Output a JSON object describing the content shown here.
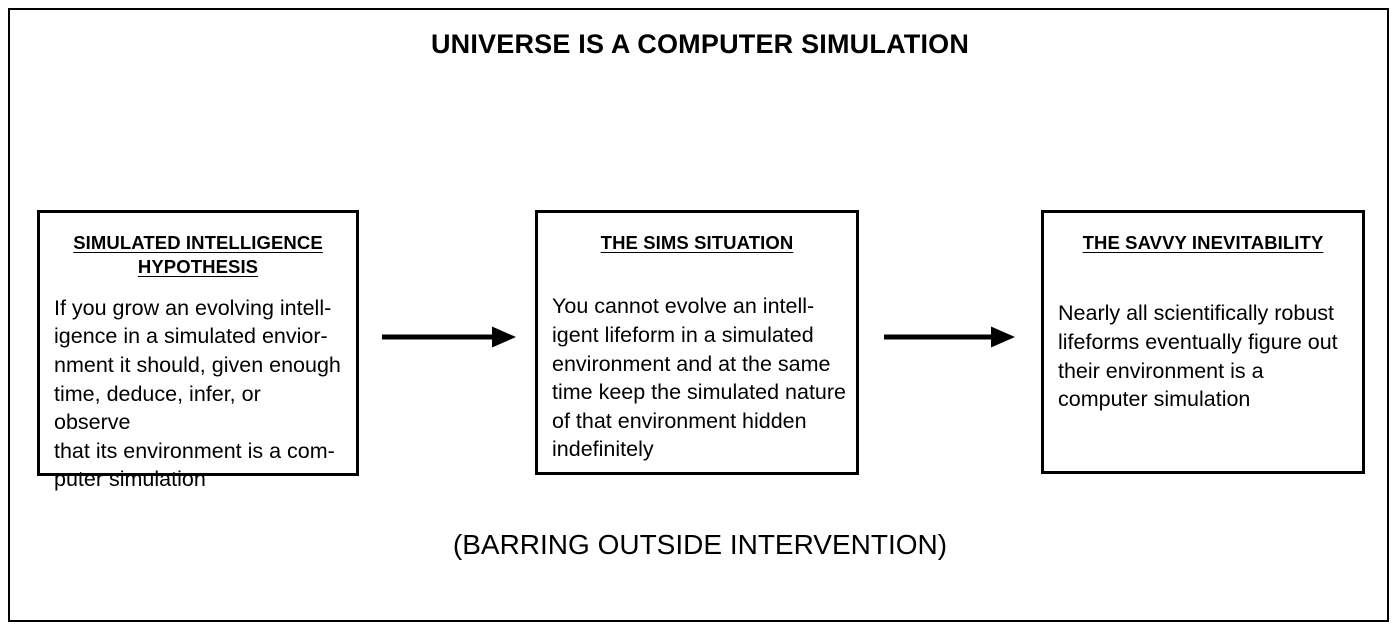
{
  "title": "UNIVERSE IS A COMPUTER SIMULATION",
  "footer": "(BARRING OUTSIDE INTERVENTION)",
  "colors": {
    "ink": "#000000",
    "background": "#ffffff"
  },
  "nodes": [
    {
      "id": "simulated-intelligence-hypothesis",
      "heading": "SIMULATED INTELLIGENCE HYPOTHESIS",
      "body": "If you grow an evolving intell-\nigence in a simulated envior-\nnment it should, given enough\ntime, deduce, infer, or observe\nthat its environment is a com-\nputer simulation"
    },
    {
      "id": "the-sims-situation",
      "heading": "THE SIMS SITUATION",
      "body": "You cannot evolve an intell-\nigent lifeform in a simulated\nenvironment and at the same\ntime keep the simulated nature\nof that environment hidden\nindefinitely"
    },
    {
      "id": "the-savvy-inevitability",
      "heading": "THE SAVVY INEVITABILITY",
      "body": "Nearly all scientifically robust\nlifeforms eventually figure out\ntheir environment is a\ncomputer simulation"
    }
  ],
  "arrows": [
    {
      "id": "arrow-box1-to-box2",
      "direction": "right"
    },
    {
      "id": "arrow-box2-to-box3",
      "direction": "right"
    }
  ]
}
